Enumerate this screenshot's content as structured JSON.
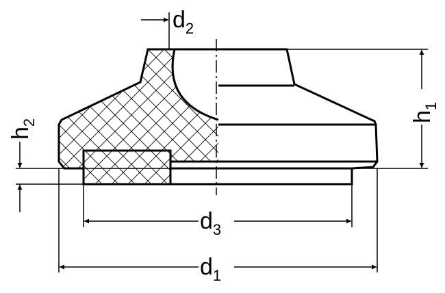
{
  "diagram": {
    "labels": {
      "d1": {
        "main": "d",
        "sub": "1"
      },
      "d2": {
        "main": "d",
        "sub": "2"
      },
      "d3": {
        "main": "d",
        "sub": "3"
      },
      "h1": {
        "main": "h",
        "sub": "1"
      },
      "h2": {
        "main": "h",
        "sub": "2"
      }
    },
    "colors": {
      "line": "#000000",
      "background": "#ffffff"
    }
  }
}
